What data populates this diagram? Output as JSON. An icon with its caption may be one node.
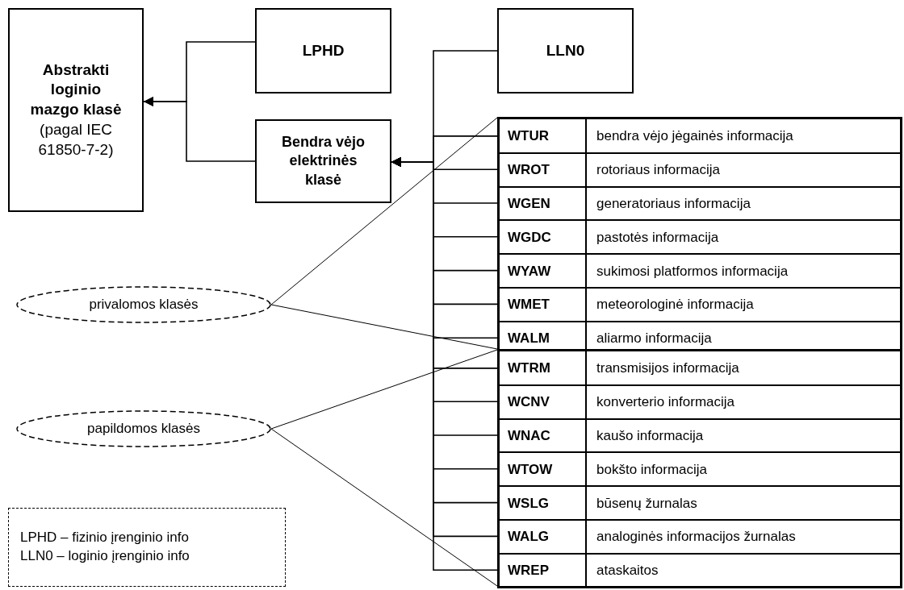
{
  "diagram": {
    "nodes": [
      {
        "text": [
          "Abstrakti loginio mazgo klasė",
          "(pagal IEC 61850-7-2)"
        ]
      },
      {
        "text": [
          "LPHD"
        ]
      },
      {
        "text": [
          "Bendra vėjo elektrinės klasė"
        ]
      },
      {
        "text": [
          "LLN0"
        ]
      },
      {
        "text": [],
        "shape": "box"
      },
      {
        "text": [
          "WTUR",
          "bendra vėjo jėgainės informacija"
        ],
        "in": 4
      },
      {
        "text": [
          "WROT",
          "rotoriaus informacija"
        ],
        "in": 4
      },
      {
        "text": [
          "WGEN",
          "generatoriaus informacija"
        ],
        "in": 4
      },
      {
        "text": [
          "WGDC",
          "pastotės informacija"
        ],
        "in": 4
      },
      {
        "text": [
          "WYAW",
          "sukimosi platformos informacija"
        ],
        "in": 4
      },
      {
        "text": [
          "WMET",
          "meteorologinė informacija"
        ],
        "in": 4
      },
      {
        "text": [
          "WALM",
          "aliarmo informacija"
        ],
        "in": 4
      },
      {
        "text": [],
        "shape": "box"
      },
      {
        "text": [
          "WTRM",
          "transmisijos informacija"
        ],
        "in": 12
      },
      {
        "text": [
          "WCNV",
          "konverterio informacija"
        ],
        "in": 12
      },
      {
        "text": [
          "WNAC",
          "kaušo informacija"
        ],
        "in": 12
      },
      {
        "text": [
          "WTOW",
          "bokšto informacija"
        ],
        "in": 12
      },
      {
        "text": [
          "WSLG",
          "būsenų žurnalas"
        ],
        "in": 12
      },
      {
        "text": [
          "WALG",
          "analoginės informacijos žurnalas"
        ],
        "in": 12
      },
      {
        "text": [
          "WREP",
          "ataskaitos"
        ],
        "in": 12
      },
      {
        "text": [
          "privalomos klasės"
        ]
      },
      {
        "text": [
          "papildomos klasės"
        ]
      },
      {
        "text": [
          "LPHD – fizinio įrenginio info",
          "LLN0 – loginio įrenginio info"
        ]
      }
    ],
    "edges": [
      {
        "from": 1,
        "to": 0,
        "arrow": "to"
      },
      {
        "from": 2,
        "to": 0,
        "arrow": "to"
      },
      {
        "from": 3,
        "to": 2,
        "arrow": "to"
      },
      {
        "from": 5,
        "to": 2,
        "arrow": "to"
      },
      {
        "from": 6,
        "to": 2,
        "arrow": "to"
      },
      {
        "from": 7,
        "to": 2,
        "arrow": "to"
      },
      {
        "from": 8,
        "to": 2,
        "arrow": "to"
      },
      {
        "from": 9,
        "to": 2,
        "arrow": "to"
      },
      {
        "from": 10,
        "to": 2,
        "arrow": "to"
      },
      {
        "from": 11,
        "to": 2,
        "arrow": "to"
      },
      {
        "from": 13,
        "to": 2,
        "arrow": "to"
      },
      {
        "from": 14,
        "to": 2,
        "arrow": "to"
      },
      {
        "from": 15,
        "to": 2,
        "arrow": "to"
      },
      {
        "from": 16,
        "to": 2,
        "arrow": "to"
      },
      {
        "from": 17,
        "to": 2,
        "arrow": "to"
      },
      {
        "from": 18,
        "to": 2,
        "arrow": "to"
      },
      {
        "from": 19,
        "to": 2,
        "arrow": "to"
      },
      {
        "from": 20,
        "to": 4,
        "arrow": "none"
      },
      {
        "from": 20,
        "to": 4,
        "arrow": "none"
      },
      {
        "from": 21,
        "to": 12,
        "arrow": "none"
      },
      {
        "from": 21,
        "to": 12,
        "arrow": "none"
      }
    ]
  }
}
